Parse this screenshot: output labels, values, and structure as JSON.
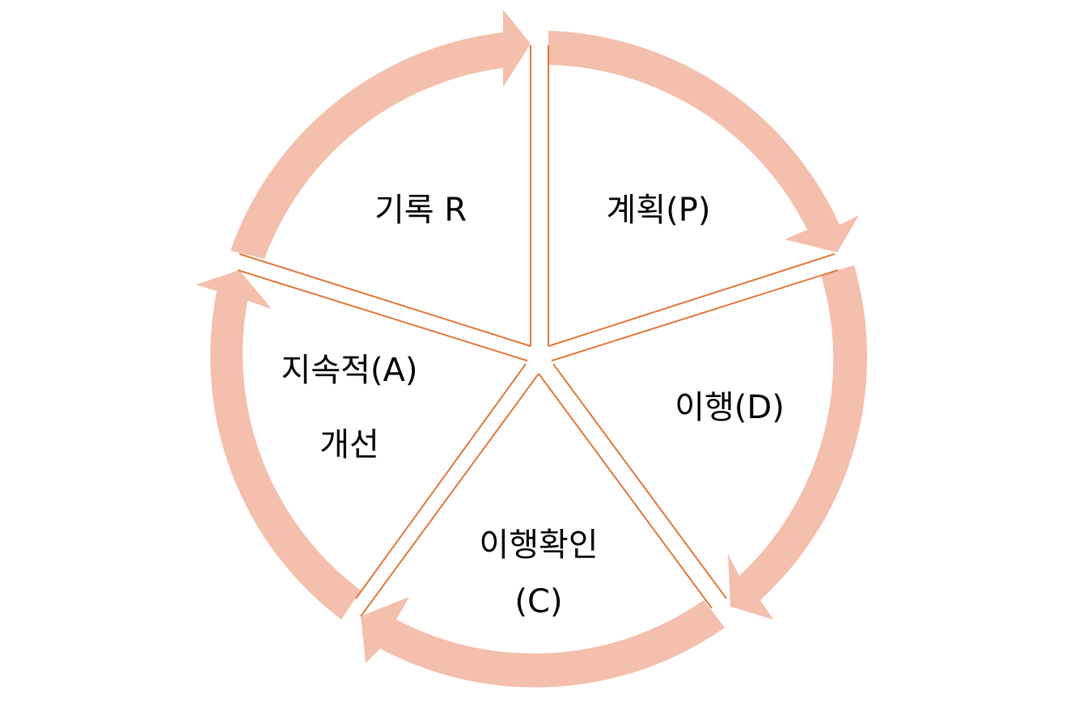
{
  "diagram": {
    "type": "cycle",
    "segments": [
      {
        "id": "record",
        "lines": [
          "기록 R"
        ]
      },
      {
        "id": "plan",
        "lines": [
          "계획(P)"
        ]
      },
      {
        "id": "do",
        "lines": [
          "이행(D)"
        ]
      },
      {
        "id": "check",
        "lines": [
          "이행확인",
          "(C)"
        ]
      },
      {
        "id": "act",
        "lines": [
          "지속적(A)",
          "개선"
        ]
      }
    ],
    "colors": {
      "arrow": "#f4bfac",
      "divider": "#e0783a",
      "text": "#000000",
      "background": "#ffffff"
    }
  }
}
